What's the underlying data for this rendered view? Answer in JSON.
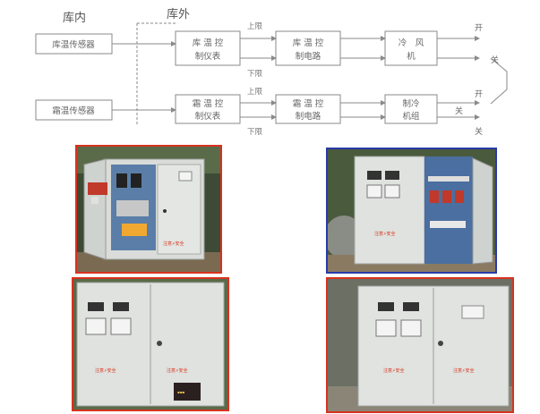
{
  "zones": {
    "inside": "库内",
    "outside": "库外"
  },
  "boxes": {
    "room_sensor": "库温传感器",
    "defrost_sensor": "霜温传感器",
    "room_instr_l1": "库 温 控",
    "room_instr_l2": "制仪表",
    "room_circ_l1": "库 温 控",
    "room_circ_l2": "制电路",
    "fan_l1": "冷　风",
    "fan_l2": "机",
    "defrost_instr_l1": "霜 温 控",
    "defrost_instr_l2": "制仪表",
    "defrost_circ_l1": "霜 温 控",
    "defrost_circ_l2": "制电路",
    "comp_l1": "制冷",
    "comp_l2": "机组"
  },
  "limits": {
    "upper_1": "上限",
    "lower_1": "下限",
    "upper_2": "上限",
    "lower_2": "下限"
  },
  "outputs": {
    "on_1": "开",
    "off_1": "关",
    "on_2": "开",
    "off_2": "关",
    "off_3": "关"
  },
  "photos": {
    "safety_label": "注意 ⚡ 安全",
    "colors": {
      "frame_red": "#d8321f",
      "frame_blue": "#2a3aa8",
      "cabinet": "#dfe2de"
    }
  }
}
